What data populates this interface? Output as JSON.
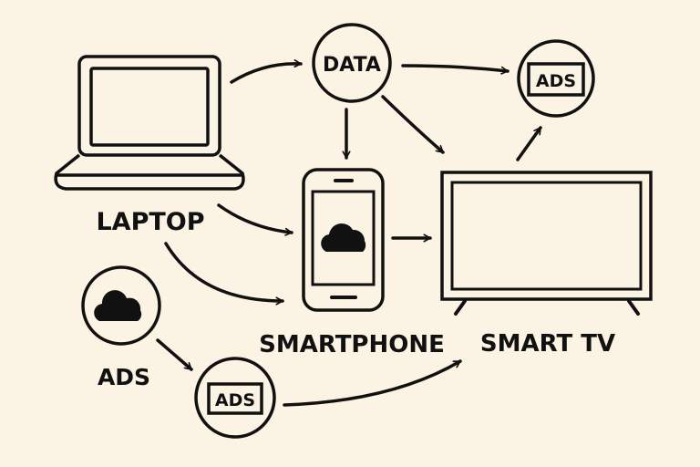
{
  "colors": {
    "background": "#fbf3e3",
    "ink": "#111111"
  },
  "nodes": {
    "laptop": {
      "label": "LAPTOP",
      "icon": "laptop-icon"
    },
    "data": {
      "label": "DATA"
    },
    "smartphone": {
      "label": "SMARTPHONE",
      "icon": "smartphone-icon",
      "inner_icon": "cloud-icon"
    },
    "smart_tv": {
      "label": "SMART TV",
      "icon": "tv-icon"
    },
    "ads_top": {
      "label": "ADS"
    },
    "ads_cloud": {
      "label": "ADS",
      "icon": "cloud-icon"
    },
    "ads_bottom": {
      "label": "ADS"
    }
  },
  "edges": [
    {
      "from": "laptop",
      "to": "data"
    },
    {
      "from": "laptop",
      "to": "smartphone"
    },
    {
      "from": "laptop",
      "to": "smartphone"
    },
    {
      "from": "data",
      "to": "ads_top"
    },
    {
      "from": "data",
      "to": "smartphone"
    },
    {
      "from": "data",
      "to": "smart_tv"
    },
    {
      "from": "smartphone",
      "to": "smart_tv"
    },
    {
      "from": "smart_tv",
      "to": "ads_top"
    },
    {
      "from": "ads_cloud",
      "to": "ads_bottom"
    },
    {
      "from": "ads_bottom",
      "to": "smart_tv"
    }
  ]
}
